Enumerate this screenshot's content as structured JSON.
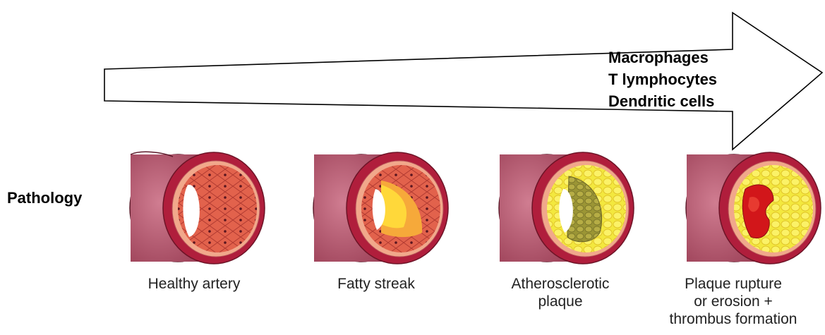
{
  "arrow": {
    "labels": [
      "Macrophages",
      "T lymphocytes",
      "Dendritic cells"
    ]
  },
  "row_label": "Pathology",
  "stages": [
    {
      "lines": [
        "Healthy artery"
      ],
      "icon": "healthy-artery-icon"
    },
    {
      "lines": [
        "Fatty streak"
      ],
      "icon": "fatty-streak-icon"
    },
    {
      "lines": [
        "Atherosclerotic",
        "plaque"
      ],
      "icon": "atherosclerotic-plaque-icon"
    },
    {
      "lines": [
        "Plaque rupture",
        "or erosion +",
        "thrombus formation"
      ],
      "icon": "thrombus-icon"
    }
  ],
  "colors": {
    "vessel_outer": "#9b4157",
    "vessel_face": "#c66e84",
    "media": "#b01e3c",
    "intima": "#f1a88b",
    "endothelium": "#e0604d",
    "lipid": "#f7e33f",
    "foam": "#ffd83a",
    "thrombus": "#d2161a"
  }
}
